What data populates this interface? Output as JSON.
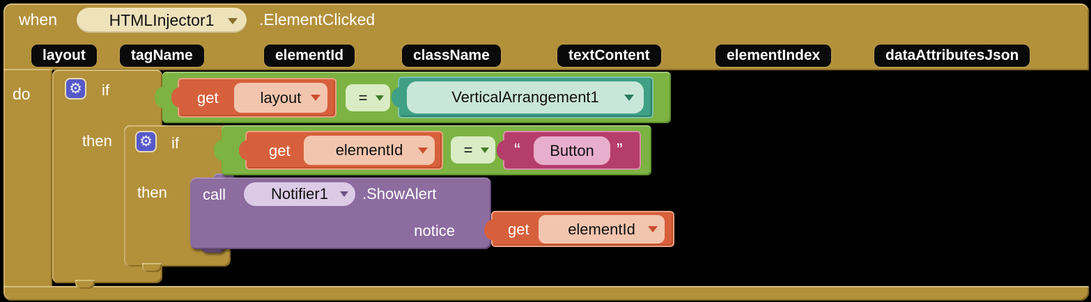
{
  "colors": {
    "canvas-bg": "#000000",
    "gold": "#b3903a",
    "green": "#7cb342",
    "green-field": "#d9ecc3",
    "teal": "#3fa085",
    "teal-field": "#c9e6da",
    "orange": "#d7603c",
    "orange-field": "#f2c5ae",
    "magenta": "#b53d6c",
    "magenta-field": "#e8aecd",
    "purple": "#8d6ca0",
    "purple-field": "#dccbe6",
    "gear-blue": "#5659c9",
    "param-pill-bg": "#0a0a0a",
    "header-dropdown-bg": "#eee2bb"
  },
  "icons": {
    "gear": "⚙"
  },
  "event": {
    "keyword": "when",
    "component": "HTMLInjector1",
    "event_name": ".ElementClicked",
    "do_label": "do",
    "params": [
      "layout",
      "tagName",
      "elementId",
      "className",
      "textContent",
      "elementIndex",
      "dataAttributesJson"
    ]
  },
  "if1": {
    "if_label": "if",
    "then_label": "then"
  },
  "if2": {
    "if_label": "if",
    "then_label": "then"
  },
  "cond1": {
    "get": "get",
    "var": "layout",
    "op": "=",
    "value": "VerticalArrangement1"
  },
  "cond2": {
    "get": "get",
    "var": "elementId",
    "op": "=",
    "quote_open": "“",
    "text": "Button",
    "quote_close": "”"
  },
  "call": {
    "call_label": "call",
    "component": "Notifier1",
    "method": ".ShowAlert",
    "param_label": "notice",
    "arg_get": "get",
    "arg_var": "elementId"
  }
}
